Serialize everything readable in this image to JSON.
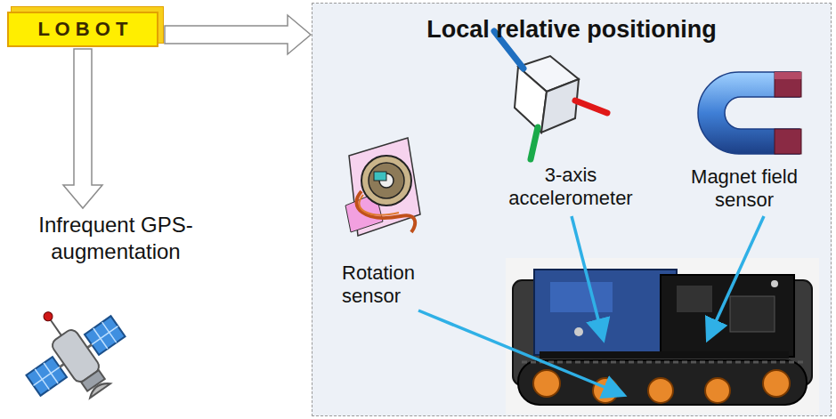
{
  "diagram": {
    "nodes": [
      {
        "text": [
          "L O B O T"
        ]
      },
      {
        "text": [
          "Local relative positioning"
        ]
      },
      {
        "text": [
          "Infrequent GPS- augmentation"
        ]
      }
    ],
    "edges": [
      {
        "from": 0,
        "to": 1,
        "arrow": "to"
      },
      {
        "from": 0,
        "to": 2,
        "arrow": "to"
      }
    ],
    "labels": [
      "Rotation sensor",
      "3-axis accelerometer",
      "Magnet field sensor"
    ]
  }
}
